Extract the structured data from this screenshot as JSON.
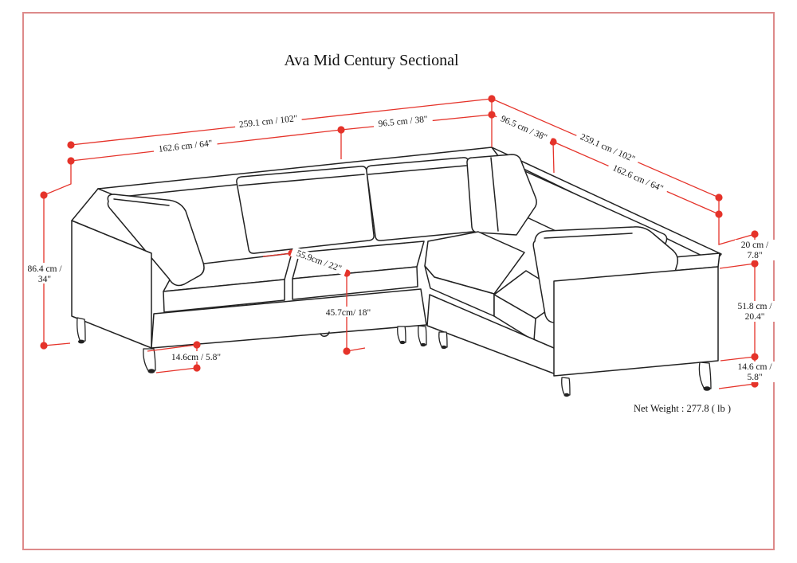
{
  "title": "Ava Mid Century Sectional",
  "net_weight": "Net Weight : 277.8 ( lb )",
  "colors": {
    "dimension_red": "#e5332a",
    "border_pink": "#dd8a8a",
    "ink": "#222222"
  },
  "dimensions": {
    "overall_width": "259.1 cm / 102\"",
    "section_width": "162.6 cm / 64\"",
    "corner_return": "96.5 cm / 38\"",
    "overall_height_line1": "86.4 cm /",
    "overall_height_line2": "34\"",
    "seat_depth": "55.9cm / 22\"",
    "seat_height": "45.7cm/ 18\"",
    "leg_height_front": "14.6cm / 5.8\"",
    "back_above_arm_line1": "20 cm /",
    "back_above_arm_line2": "7.8\"",
    "arm_height_line1": "51.8 cm /",
    "arm_height_line2": "20.4\"",
    "leg_height_side_line1": "14.6 cm /",
    "leg_height_side_line2": "5.8\""
  }
}
